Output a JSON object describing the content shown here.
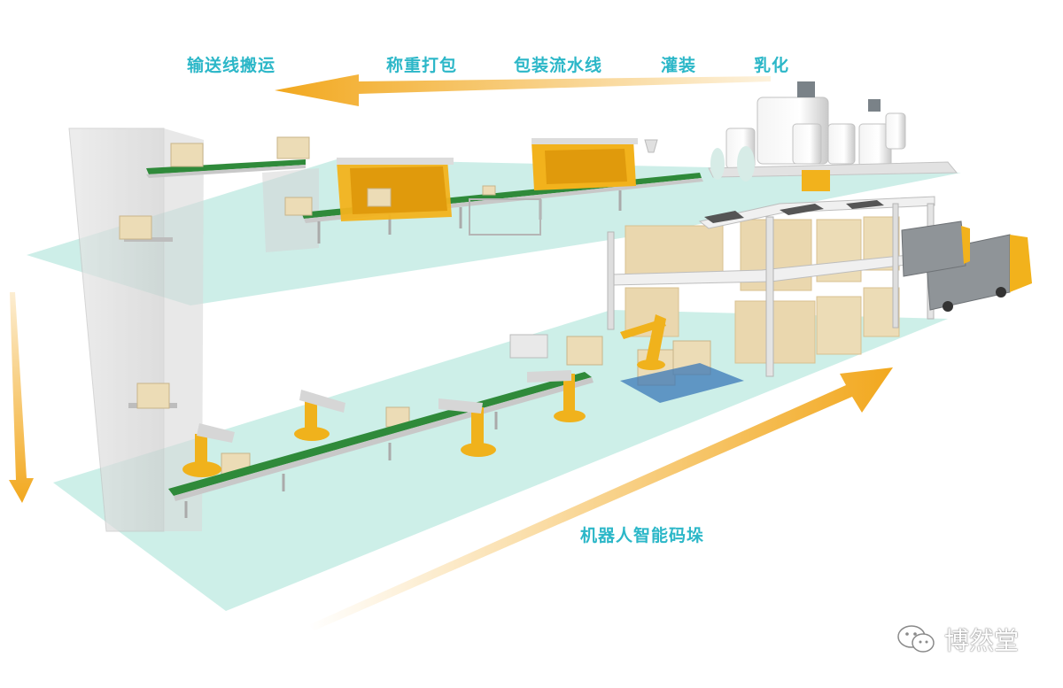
{
  "stages": {
    "conveyor": "输送线搬运",
    "weigh_pack": "称重打包",
    "packaging_line": "包装流水线",
    "filling": "灌装",
    "emulsify": "乳化",
    "palletizing": "机器人智能码垛"
  },
  "watermark": {
    "icon": "wechat-icon",
    "text": "博然堂"
  },
  "colors": {
    "floor": "#c4ece4",
    "label": "#2cb7c8",
    "arrow": "#f2a81e",
    "belt": "#2f8a3a",
    "robot": "#f0b21c",
    "box": "#e9d4a8"
  }
}
